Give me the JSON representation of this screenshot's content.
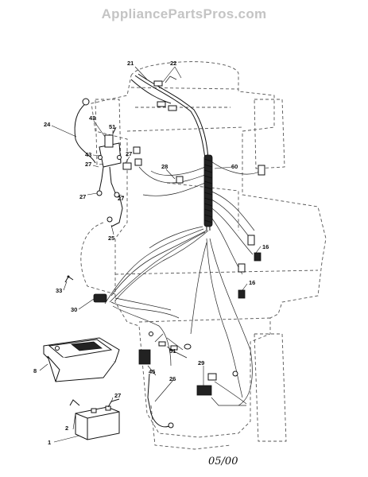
{
  "watermark": "AppliancePartsPros.com",
  "date_code": "05/00",
  "callouts": {
    "c21": "21",
    "c22": "22",
    "c24": "24",
    "c43a": "43",
    "c51": "51",
    "c43b": "43",
    "c27a": "27",
    "c27b": "27",
    "c27c": "27",
    "c27d": "27",
    "c28": "28",
    "c60": "60",
    "c25": "25",
    "c16a": "16",
    "c16b": "16",
    "c33": "33",
    "c30": "30",
    "c8": "8",
    "c51b": "51",
    "c45": "45",
    "c26": "26",
    "c29": "29",
    "c27e": "27",
    "c2": "2",
    "c1": "1"
  }
}
